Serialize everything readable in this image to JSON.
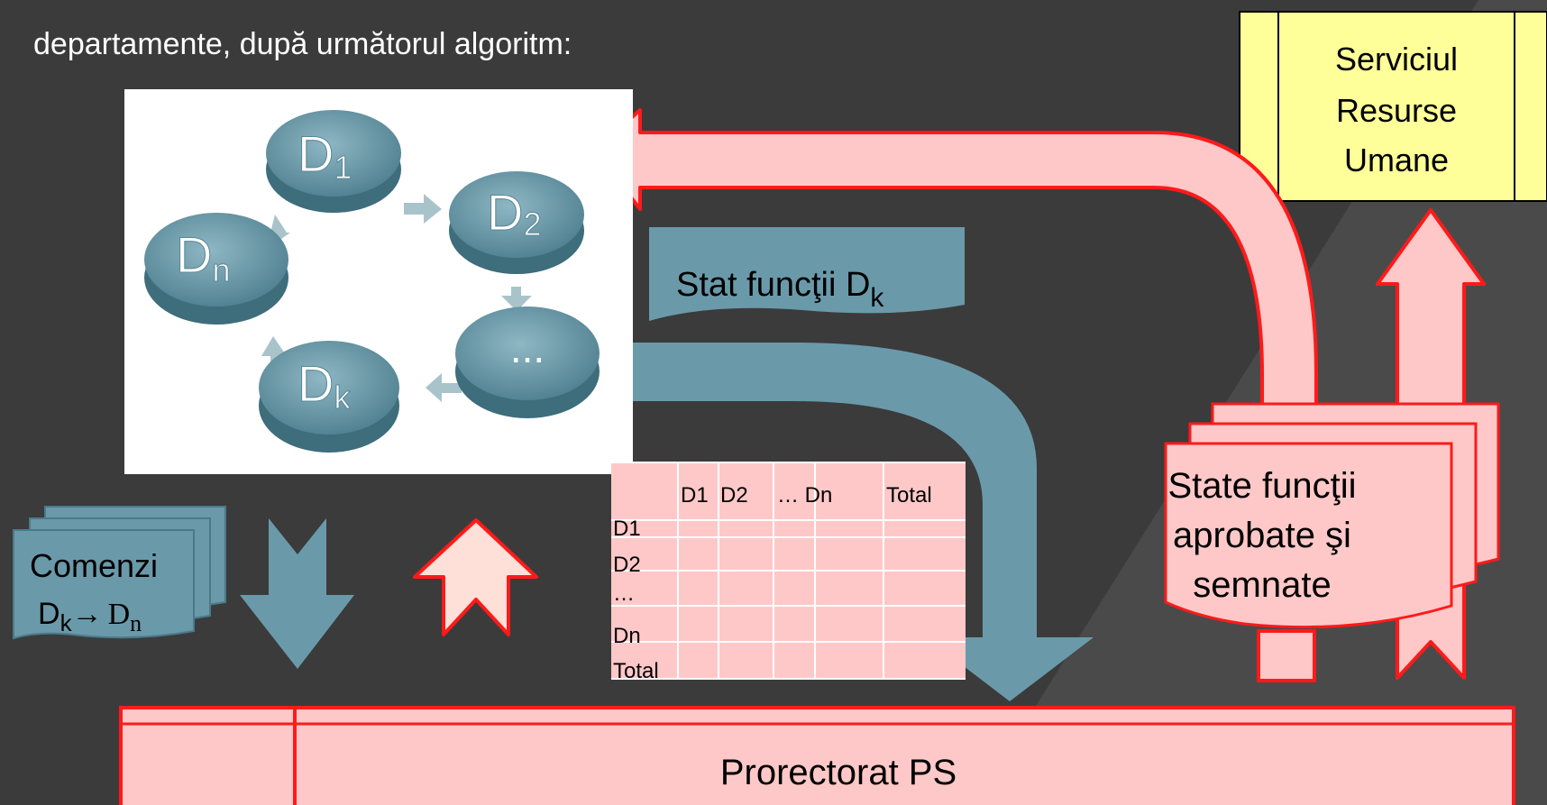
{
  "intro_line": "departamente, după următorul algoritm:",
  "hr_service": {
    "line1": "Serviciul",
    "line2": "Resurse",
    "line3": "Umane"
  },
  "cycle": {
    "d1": "D",
    "d1_sub": "1",
    "d2": "D",
    "d2_sub": "2",
    "dn": "D",
    "dn_sub": "n",
    "dk": "D",
    "dk_sub": "k",
    "ellipsis": "..."
  },
  "stat_functii": {
    "label": "Stat funcţii D",
    "sub": "k"
  },
  "comenzi": {
    "line1": "Comenzi",
    "d": "D",
    "d_sub": "k",
    "arrow": "→",
    "n": "D",
    "n_sub": "n"
  },
  "matrix": {
    "headers": [
      "D1",
      "D2",
      "… Dn",
      "Total"
    ],
    "rows": [
      "D1",
      "D2",
      "…",
      "Dn",
      "Total"
    ]
  },
  "state_approved": {
    "line1": "State funcţii",
    "line2": "aprobate şi",
    "line3": "semnate"
  },
  "prorectorat": {
    "label": "Prorectorat PS"
  },
  "colors": {
    "teal": "#6a9aaa",
    "pink": "#ffc8c8",
    "red": "#ff1a1a",
    "yellow": "#ffff99",
    "bg": "#3b3b3b"
  }
}
